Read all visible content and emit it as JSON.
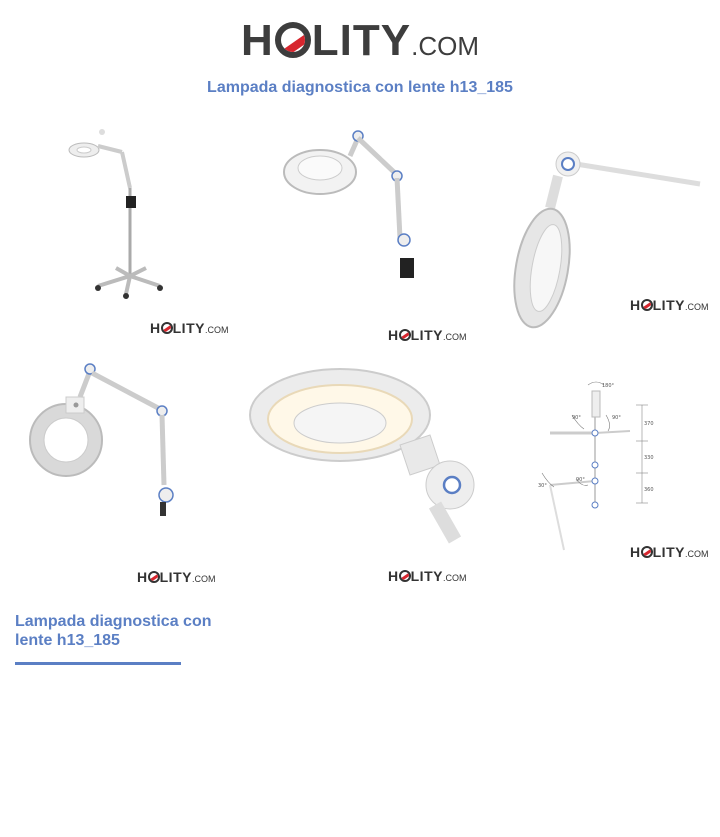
{
  "brand": {
    "name_part1": "H",
    "name_part2": "LITY",
    "name_suffix": ".COM",
    "accent_color": "#d7262e",
    "text_color": "#3d3d3d"
  },
  "product": {
    "title": "Lampada diagnostica con lente h13_185",
    "caption": "Lampada diagnostica con lente h13_185",
    "title_color": "#5b7fc4"
  },
  "diagram_labels": [
    "180°",
    "90°",
    "90°",
    "370",
    "330",
    "360",
    "30°",
    "90°"
  ]
}
